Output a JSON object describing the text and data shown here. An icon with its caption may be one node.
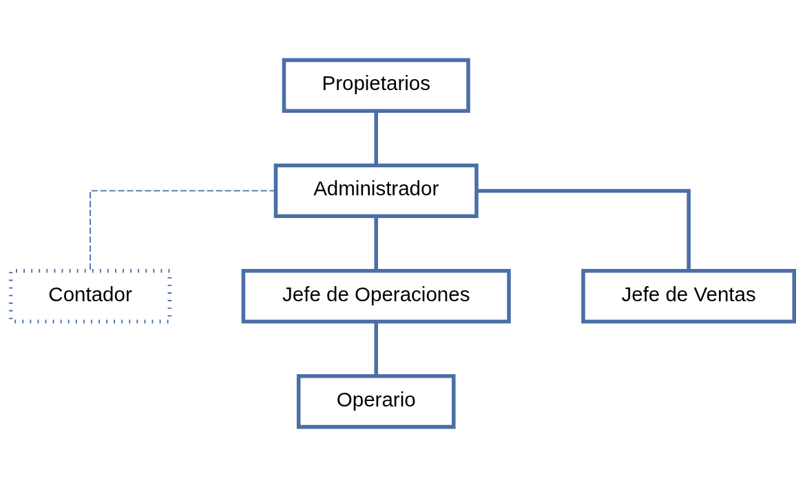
{
  "diagram": {
    "nodes": [
      {
        "text": [
          "Propietarios"
        ]
      },
      {
        "text": [
          "Administrador"
        ]
      },
      {
        "text": [
          "Contador"
        ]
      },
      {
        "text": [
          "Jefe de Operaciones"
        ]
      },
      {
        "text": [
          "Jefe de Ventas"
        ]
      },
      {
        "text": [
          "Operario"
        ]
      }
    ],
    "edges": [
      {
        "from": 0,
        "to": 1,
        "arrow": "none"
      },
      {
        "from": 1,
        "to": 2,
        "arrow": "none",
        "style": "dashed"
      },
      {
        "from": 1,
        "to": 3,
        "arrow": "none"
      },
      {
        "from": 1,
        "to": 4,
        "arrow": "none"
      },
      {
        "from": 3,
        "to": 5,
        "arrow": "none"
      }
    ]
  }
}
